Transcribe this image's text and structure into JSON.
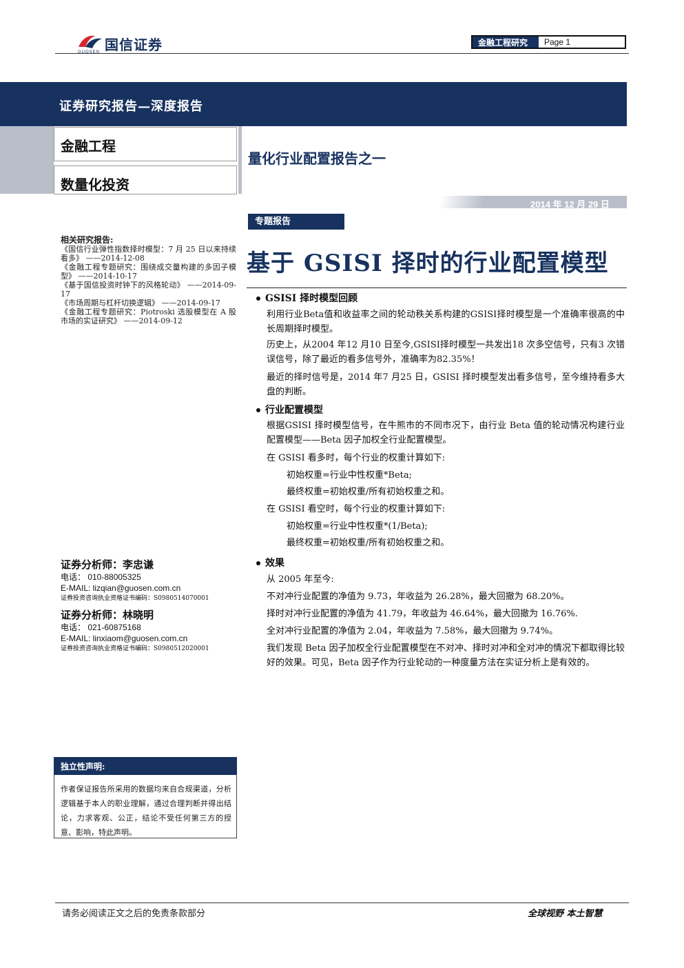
{
  "header": {
    "logo_text": "国信证券",
    "logo_sub": "GUOSEN",
    "category": "金融工程研究",
    "page_label": "Page 1"
  },
  "banner": {
    "title": "证券研究报告—深度报告",
    "field_1": "金融工程",
    "field_2": "数量化投资",
    "series_title": "量化行业配置报告之一",
    "date": "2014 年 12 月 29 日"
  },
  "tag": "专题报告",
  "headline": "基于 GSISI 择时的行业配置模型",
  "related": {
    "heading": "相关研究报告:",
    "items": [
      "《国信行业弹性指数择时模型：7 月 25 日以来持续看多》 ——2014-12-08",
      "《金融工程专题研究：围绕成交量构建的多因子模型》 ——2014-10-17",
      "《基于国信投资时钟下的风格轮动》 ——2014-09-17",
      "《市场周期与杠杆切换逻辑》 ——2014-09-17",
      "《金融工程专题研究：Piotroski 选股模型在 A 股市场的实证研究》 ——2014-09-12"
    ]
  },
  "analysts": [
    {
      "title": "证券分析师：李忠谦",
      "phone": "电话：  010-88005325",
      "email": "E-MAIL:    lizqian@guosen.com.cn",
      "cert": "证券投资咨询执业资格证书编码：S0980514070001"
    },
    {
      "title": "证券分析师：林晓明",
      "phone": "电话：  021-60875168",
      "email": "E-MAIL:    linxiaom@guosen.com.cn",
      "cert": "证券投资咨询执业资格证书编码：S0980512020001"
    }
  ],
  "disclaimer": {
    "title": "独立性声明:",
    "body": "作者保证报告所采用的数据均来自合规渠道，分析逻辑基于本人的职业理解，通过合理判断并得出结论，力求客观、公正，结论不受任何第三方的授意、影响，特此声明。"
  },
  "sections": {
    "s1_title": "GSISI 择时模型回顾",
    "s1_p1": "利用行业Beta值和收益率之间的轮动秩关系构建的GSISI择时模型是一个准确率很高的中长周期择时模型。",
    "s1_p2": "历史上，从2004 年12 月10 日至今,GSISI择时模型一共发出18 次多空信号，只有3 次错误信号，除了最近的看多信号外，准确率为82.35%！",
    "s1_p3": "最近的择时信号是，2014 年7 月25 日，GSISI 择时模型发出看多信号，至今维持看多大盘的判断。",
    "s2_title": "行业配置模型",
    "s2_p1": "根据GSISI 择时模型信号，在牛熊市的不同市况下，由行业 Beta 值的轮动情况构建行业配置模型——Beta 因子加权全行业配置模型。",
    "s2_p2": "在 GSISI 看多时，每个行业的权重计算如下:",
    "s2_f1": "初始权重=行业中性权重*Beta;",
    "s2_f2": "最终权重=初始权重/所有初始权重之和。",
    "s2_p3": "在 GSISI 看空时，每个行业的权重计算如下:",
    "s2_f3": "初始权重=行业中性权重*(1/Beta);",
    "s2_f4": "最终权重=初始权重/所有初始权重之和。",
    "s3_title": "效果",
    "s3_p1": "从 2005 年至今:",
    "s3_p2": "不对冲行业配置的净值为 9.73，年收益为 26.28%，最大回撤为 68.20%。",
    "s3_p3": "择时对冲行业配置的净值为 41.79，年收益为 46.64%，最大回撤为 16.76%.",
    "s3_p4": "全对冲行业配置的净值为 2.04，年收益为 7.58%，最大回撤为 9.74%。",
    "s3_p5": "我们发现 Beta 因子加权全行业配置模型在不对冲、择时对冲和全对冲的情况下都取得比较好的效果。可见，Beta 因子作为行业轮动的一种度量方法在实证分析上是有效的。"
  },
  "footer": {
    "left": "请务必阅读正文之后的免责条款部分",
    "right": "全球视野   本土智慧"
  },
  "colors": {
    "navy": "#17325f",
    "grey": "#b9bec9",
    "logo_red": "#d6282e"
  }
}
